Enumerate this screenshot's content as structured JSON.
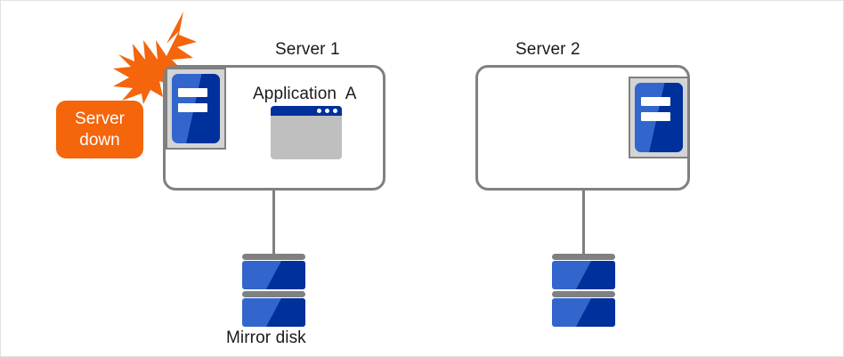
{
  "diagram": {
    "title_note": "Mirror disk cluster failover diagram",
    "background_color": "#ffffff",
    "stroke_color": "#808080",
    "accent_blue_light": "#3366cc",
    "accent_blue_dark": "#00309b",
    "accent_orange": "#f4650c"
  },
  "alert": {
    "line1": "Server",
    "line2": "down",
    "color": "#f4650c",
    "icon": "lightning-burst-icon"
  },
  "servers": [
    {
      "label": "Server 1",
      "machine_icon": "server-machine-icon",
      "application": {
        "label": "Application  A",
        "icon": "app-window-icon",
        "window_dots": 3
      },
      "storage": {
        "label": "Mirror disk",
        "icon": "disk-stack-icon",
        "segments": 2
      }
    },
    {
      "label": "Server 2",
      "machine_icon": "server-machine-icon",
      "application": null,
      "storage": {
        "label": "",
        "icon": "disk-stack-icon",
        "segments": 2
      }
    }
  ]
}
